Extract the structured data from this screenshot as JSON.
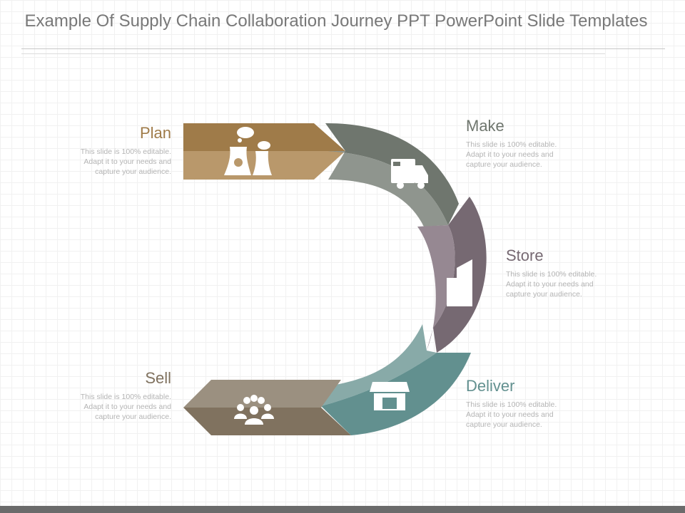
{
  "title": "Example Of Supply Chain Collaboration Journey PPT PowerPoint Slide Templates",
  "colors": {
    "plan": "#a07e4f",
    "make": "#747a72",
    "store": "#7c6f78",
    "deliver": "#6c9a99",
    "sell": "#8c8070"
  },
  "steps": [
    {
      "key": "plan",
      "label": "Plan",
      "description": "This slide is 100% editable. Adapt it to your needs and capture your audience.",
      "icon": "nuclear-plant-icon"
    },
    {
      "key": "make",
      "label": "Make",
      "description": "This slide is 100% editable. Adapt it to your needs and capture your audience.",
      "icon": "delivery-truck-icon"
    },
    {
      "key": "store",
      "label": "Store",
      "description": "This slide is 100% editable. Adapt it to your needs and capture your audience.",
      "icon": "building-icon"
    },
    {
      "key": "deliver",
      "label": "Deliver",
      "description": "This slide is 100% editable. Adapt it to your needs and capture your audience.",
      "icon": "storefront-icon"
    },
    {
      "key": "sell",
      "label": "Sell",
      "description": "This slide is 100% editable. Adapt it to your needs and capture your audience.",
      "icon": "people-group-icon"
    }
  ]
}
